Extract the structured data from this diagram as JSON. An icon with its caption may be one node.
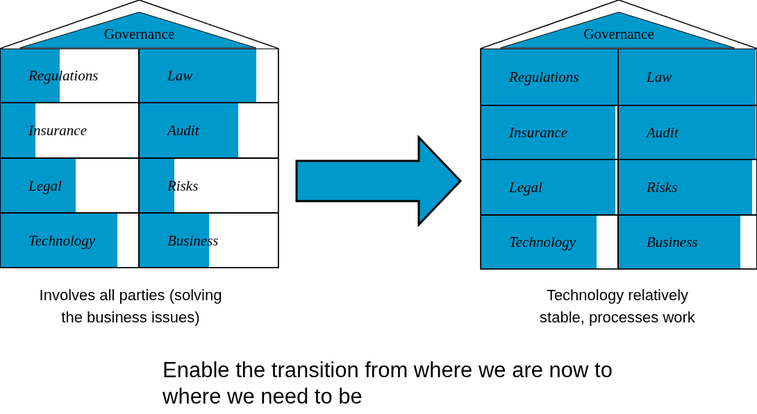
{
  "diagram": {
    "caption": "Enable the transition from where we are now to where we need to be",
    "nodes": [
      {
        "text": [],
        "shape": "box",
        "beside": [
          "Involves all parties (solving the business issues)"
        ]
      },
      {
        "text": [
          "Governance"
        ],
        "in": 0
      },
      {
        "text": [
          "Regulations"
        ],
        "in": 0
      },
      {
        "text": [
          "Law"
        ],
        "in": 0
      },
      {
        "text": [
          "Insurance"
        ],
        "in": 0
      },
      {
        "text": [
          "Audit"
        ],
        "in": 0
      },
      {
        "text": [
          "Legal"
        ],
        "in": 0
      },
      {
        "text": [
          "Risks"
        ],
        "in": 0
      },
      {
        "text": [
          "Technology"
        ],
        "in": 0
      },
      {
        "text": [
          "Business"
        ],
        "in": 0
      },
      {
        "text": [],
        "shape": "box",
        "beside": [
          "Technology relatively stable, processes work"
        ]
      },
      {
        "text": [
          "Governance"
        ],
        "in": 10
      },
      {
        "text": [
          "Regulations"
        ],
        "in": 10
      },
      {
        "text": [
          "Law"
        ],
        "in": 10
      },
      {
        "text": [
          "Insurance"
        ],
        "in": 10
      },
      {
        "text": [
          "Audit"
        ],
        "in": 10
      },
      {
        "text": [
          "Legal"
        ],
        "in": 10
      },
      {
        "text": [
          "Risks"
        ],
        "in": 10
      },
      {
        "text": [
          "Technology"
        ],
        "in": 10
      },
      {
        "text": [
          "Business"
        ],
        "in": 10
      }
    ],
    "edges": [
      {
        "from": 0,
        "to": 10,
        "arrow": "to",
        "style": "thick"
      }
    ]
  }
}
